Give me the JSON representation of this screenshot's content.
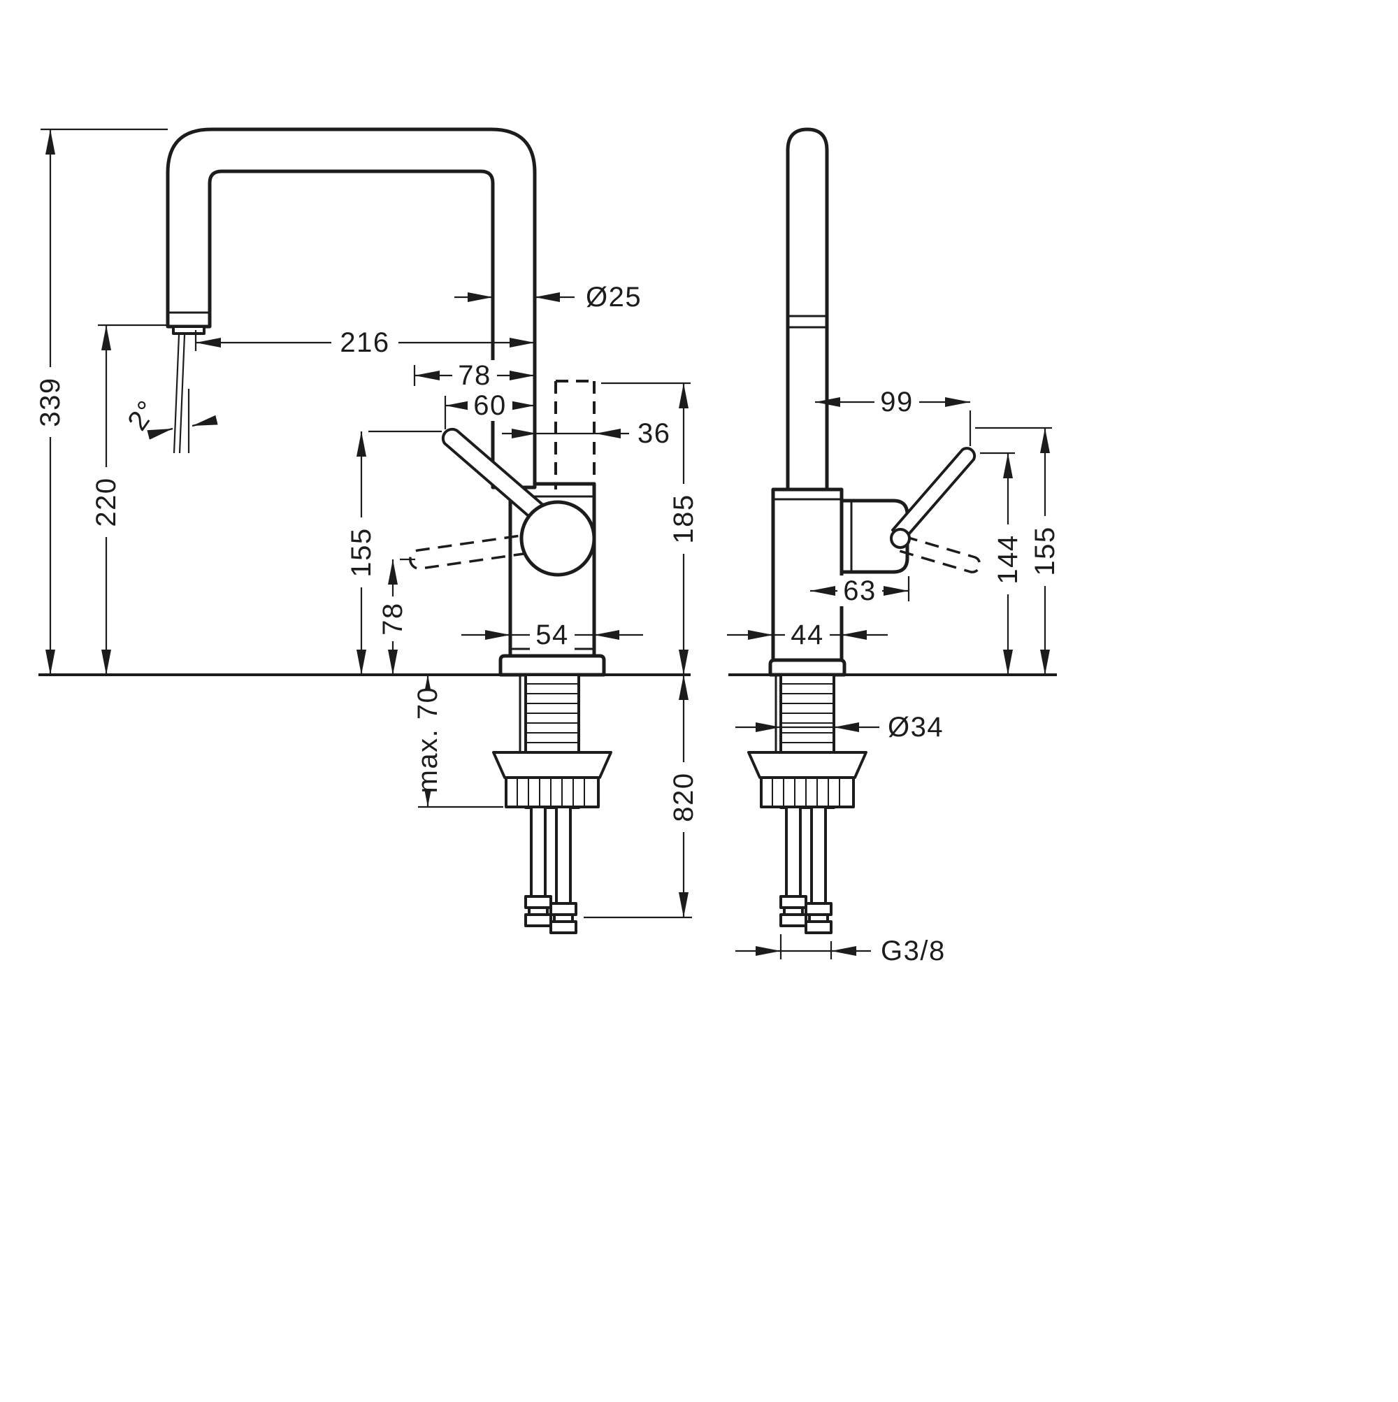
{
  "drawing": {
    "description": "Kitchen faucet dimensional drawing, front and side views",
    "line_color": "#1c1c1c",
    "background": "#ffffff"
  },
  "front_view": {
    "dim_diameter_25": "Ø25",
    "dim_216": "216",
    "dim_78_top": "78",
    "dim_60": "60",
    "dim_36": "36",
    "dim_angle": "2°",
    "dim_339": "339",
    "dim_220": "220",
    "dim_155": "155",
    "dim_78_handle": "78",
    "dim_185": "185",
    "dim_54": "54",
    "dim_max_70": "max. 70",
    "dim_820": "820"
  },
  "side_view": {
    "dim_99": "99",
    "dim_63": "63",
    "dim_144": "144",
    "dim_155": "155",
    "dim_44": "44",
    "dim_diameter_34": "Ø34",
    "dim_thread": "G3/8"
  }
}
